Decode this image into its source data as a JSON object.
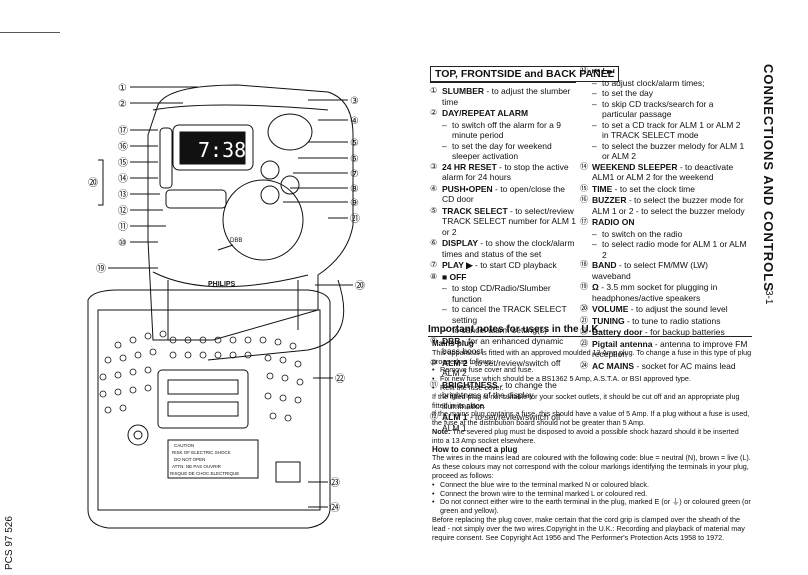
{
  "side_title": "CONNECTIONS AND CONTROLS",
  "page_number": "3-1",
  "doc_code": "PCS 97 526",
  "figure": {
    "left_callouts": [
      "①",
      "②",
      "⑰",
      "⑯",
      "⑮",
      "⑭",
      "⑬",
      "⑫",
      "⑪",
      "⑩"
    ],
    "left_group_label": "⑲",
    "left_side_label": "⑳",
    "right_callouts": [
      "③",
      "④",
      "⑤",
      "⑥",
      "⑦",
      "⑧",
      "⑨",
      "㉑"
    ],
    "lower_callouts": [
      "⑳",
      "㉒",
      "㉓",
      "㉔"
    ],
    "display_time": "7:38",
    "brand": "PHILIPS",
    "dbb_label": "DBB",
    "caution_lines": [
      "CAUTION",
      "RISK OF ELECTRIC SHOCK",
      "DO NOT OPEN",
      "ATTN: NE PAS OUVRIR",
      "RISQUE DE CHOC ELECTRIQUE"
    ]
  },
  "panel": {
    "title": "TOP, FRONTSIDE and BACK PANEL",
    "col1": [
      {
        "num": "①",
        "name": "SLUMBER",
        "desc": " - to adjust the slumber time",
        "subs": []
      },
      {
        "num": "②",
        "name": "DAY/REPEAT ALARM",
        "desc": "",
        "subs": [
          "to switch off the alarm for a 9 minute period",
          "to set the day for weekend sleeper activation"
        ]
      },
      {
        "num": "③",
        "name": "24 HR RESET",
        "desc": " - to stop the active alarm for 24 hours",
        "subs": []
      },
      {
        "num": "④",
        "name": "PUSH•OPEN",
        "desc": " - to open/close the CD door",
        "subs": []
      },
      {
        "num": "⑤",
        "name": "TRACK SELECT",
        "desc": " - to select/review TRACK SELECT number for ALM 1 or 2",
        "subs": []
      },
      {
        "num": "⑥",
        "name": "DISPLAY",
        "desc": " - to show the clock/alarm times and status of the set",
        "subs": []
      },
      {
        "num": "⑦",
        "name": "PLAY ▶",
        "desc": " - to start CD playback",
        "subs": []
      },
      {
        "num": "⑧",
        "name": "■ OFF",
        "desc": "",
        "subs": [
          "to stop CD/Radio/Slumber function",
          "to cancel the TRACK SELECT setting",
          "to cancel alarm setting(s)"
        ]
      },
      {
        "num": "⑨",
        "name": "DBB",
        "desc": " - for an enhanced dynamic bass boost",
        "subs": []
      },
      {
        "num": "⑩",
        "name": "ALM 2",
        "desc": " - to set/review/switch off ALM 2",
        "subs": []
      },
      {
        "num": "⑪",
        "name": "BRIGHTNESS",
        "desc": " - to change the brightness of the display illumination",
        "subs": []
      },
      {
        "num": "⑫",
        "name": "ALM 1",
        "desc": " - to set/review/switch off ALM 1",
        "subs": []
      }
    ],
    "col2": [
      {
        "num": "⑬",
        "name": "⏮ / ⏭",
        "desc": "",
        "subs": [
          "to adjust clock/alarm times;",
          "to set the day",
          "to skip CD tracks/search for a particular passage",
          "to set a CD track for ALM 1 or ALM 2 in TRACK SELECT mode",
          "to select the buzzer melody for ALM 1 or ALM 2"
        ]
      },
      {
        "num": "⑭",
        "name": "WEEKEND SLEEPER",
        "desc": " - to deactivate ALM1 or ALM 2 for the weekend",
        "subs": []
      },
      {
        "num": "⑮",
        "name": "TIME",
        "desc": " - to set the clock time",
        "subs": []
      },
      {
        "num": "⑯",
        "name": "BUZZER",
        "desc": " - to select the buzzer mode for ALM 1 or 2 - to select the buzzer melody",
        "subs": []
      },
      {
        "num": "⑰",
        "name": "RADIO ON",
        "desc": "",
        "subs": [
          "to switch on the radio",
          "to select radio mode for ALM 1 or ALM 2"
        ]
      },
      {
        "num": "⑱",
        "name": "BAND",
        "desc": " - to select FM/MW (LW) waveband",
        "subs": []
      },
      {
        "num": "⑲",
        "name": "Ω",
        "desc": " - 3.5 mm socket for plugging in headphones/active speakers",
        "subs": []
      },
      {
        "num": "⑳",
        "name": "VOLUME",
        "desc": " - to adjust the sound level",
        "subs": []
      },
      {
        "num": "㉑",
        "name": "TUNING",
        "desc": " - to tune to radio stations",
        "subs": []
      },
      {
        "num": "㉒",
        "name": "Battery door",
        "desc": " - for backup batteries",
        "subs": []
      },
      {
        "num": "㉓",
        "name": "Pigtail antenna",
        "desc": " - antenna to improve FM reception",
        "subs": []
      },
      {
        "num": "㉔",
        "name": "AC MAINS",
        "desc": " - socket for AC mains lead",
        "subs": []
      }
    ]
  },
  "notes": {
    "title": "Important notes for users in the U.K.",
    "mains_heading": "Mains plug",
    "mains_intro": "This apparatus is fitted with an approved moulded 13 Amp plug. To change a fuse in this type of plug proceed as follows:",
    "mains_bullets": [
      "Remove fuse cover and fuse.",
      "Fix new fuse which should be a BS1362 5 Amp, A.S.T.A. or BSI approved type.",
      "Refit the fuse cover."
    ],
    "mains_p1": "If the fitted plug is not suitable for your socket outlets, it should be cut off and an appropriate plug fitted in its place.",
    "mains_p2": "If the mains plug contains a fuse, this should have a value of 5 Amp. If a plug without a fuse is used, the fuse at the distribution board should not be greater than 5 Amp.",
    "note_label": "Note:",
    "note_text": " The severed plug must be disposed to avoid a possible shock hazard should it be inserted into a 13 Amp socket elsewhere.",
    "connect_heading": "How to connect a plug",
    "connect_intro": "The wires in the mains lead are coloured with the following code: blue = neutral (N), brown = live (L).",
    "connect_p1": "As these colours may not correspond with the colour markings identifying the terminals in your plug, proceed as follows:",
    "connect_bullets": [
      "Connect the blue wire to the terminal marked N or coloured black.",
      "Connect the brown wire to the terminal marked L or coloured red.",
      "Do not connect either wire to the earth terminal in the plug, marked E (or ⏚) or coloured green (or green and yellow)."
    ],
    "connect_p2": "Before replacing the plug cover, make certain that the cord grip is clamped over the sheath of the lead - not simply over the two wires.Copyright in the U.K.: Recording and playback of material may require consent. See Copyright Act 1956 and The Performer's Protection Acts 1958 to 1972."
  }
}
